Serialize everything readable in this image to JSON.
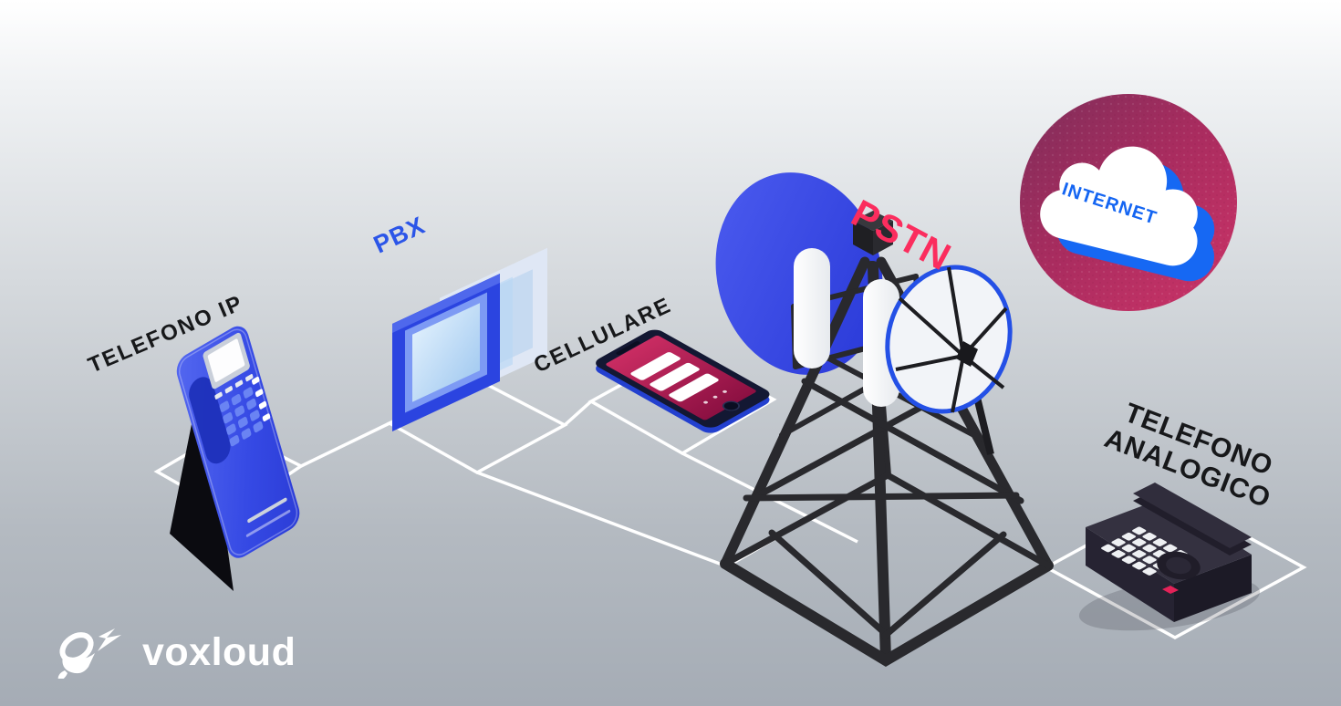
{
  "diagram": {
    "labels": {
      "telefono_ip": "TELEFONO IP",
      "pbx": "PBX",
      "cellulare": "CELLULARE",
      "pstn": "PSTN",
      "internet": "INTERNET",
      "analog_line1": "TELEFONO",
      "analog_line2": "ANALOGICO",
      "brand": "voxloud"
    },
    "icons": [
      "ip-desk-phone-icon",
      "pbx-frames-icon",
      "smartphone-icon",
      "pstn-lattice-tower-icon",
      "satellite-dish-blue-icon",
      "antenna-capsule-icon",
      "satellite-dish-white-icon",
      "internet-cloud-icon",
      "analog-phone-icon",
      "voxloud-megaphone-icon"
    ],
    "colors": {
      "accent_blue": "#2b44e0",
      "pbx_label_blue": "#2b55e8",
      "internet_blue": "#1668f3",
      "pstn_pink": "#fb2d5e",
      "circle_crimson": "#c23063",
      "circle_maroon": "#7e2e5a",
      "screen_magenta": "#c92c62",
      "tower_black": "#29292d",
      "label_black": "#17181a",
      "path_white": "#ffffff",
      "background_top": "#ffffff",
      "background_bottom": "#a5acb5"
    }
  }
}
